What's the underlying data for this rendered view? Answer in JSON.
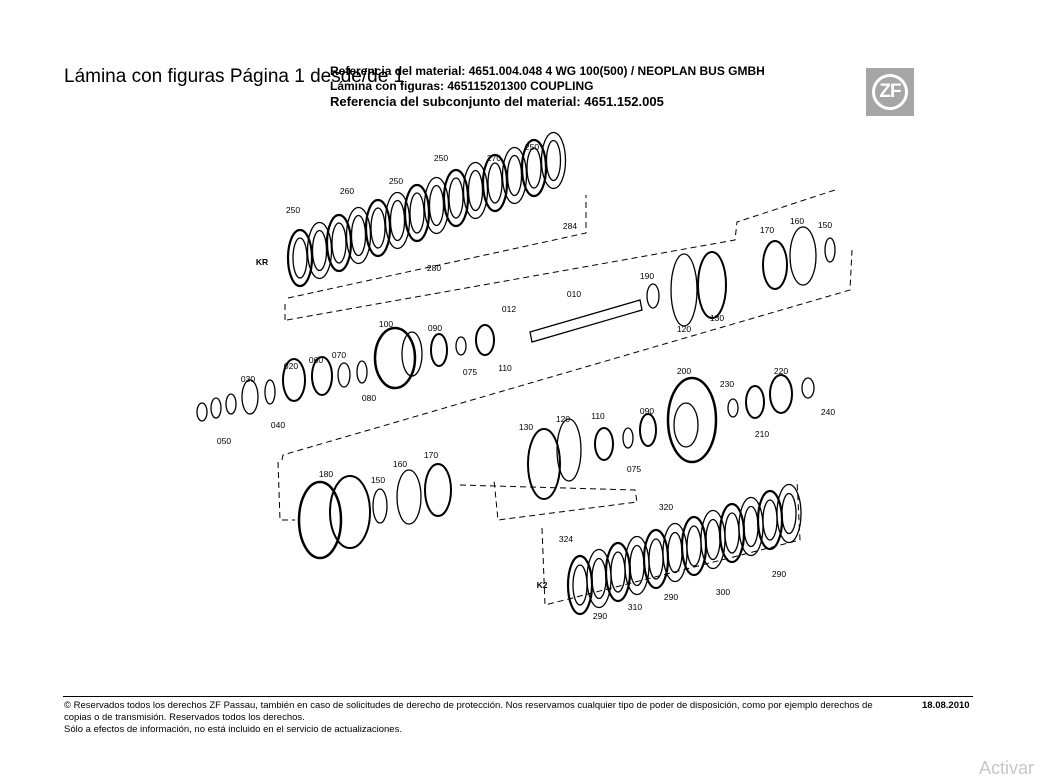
{
  "page_title": "Lámina con figuras Página 1 desde/de 1",
  "header": {
    "material_ref": "Referencia del material: 4651.004.048 4 WG 100(500) / NEOPLAN BUS GMBH",
    "figure_sheet": "Lámina con figuras: 465115201300   COUPLING",
    "subassembly_ref": "Referencia del subconjunto del material: 4651.152.005"
  },
  "logo": {
    "text": "ZF"
  },
  "diagram": {
    "labels": [
      "250",
      "260",
      "250",
      "250",
      "270",
      "250",
      "284",
      "280",
      "KR",
      "170",
      "160",
      "150",
      "190",
      "010",
      "012",
      "120",
      "130",
      "100",
      "090",
      "075",
      "110",
      "020",
      "060",
      "070",
      "030",
      "080",
      "040",
      "050",
      "200",
      "230",
      "220",
      "240",
      "210",
      "130",
      "120",
      "110",
      "090",
      "075",
      "180",
      "150",
      "160",
      "170",
      "320",
      "324",
      "290",
      "300",
      "290",
      "310",
      "290",
      "K2"
    ]
  },
  "footer": {
    "line1": "© Reservados todos los derechos ZF Passau, también en caso de solicitudes de derecho de protección. Nos reservamos cualquier tipo de poder de disposición, como por ejemplo derechos de",
    "line2": "copias o de transmisión. Reservados todos los derechos.",
    "line3": "Sólo a efectos de información, no está incluido en el servicio de actualizaciones.",
    "date": "18.08.2010"
  },
  "watermark": "Activar"
}
